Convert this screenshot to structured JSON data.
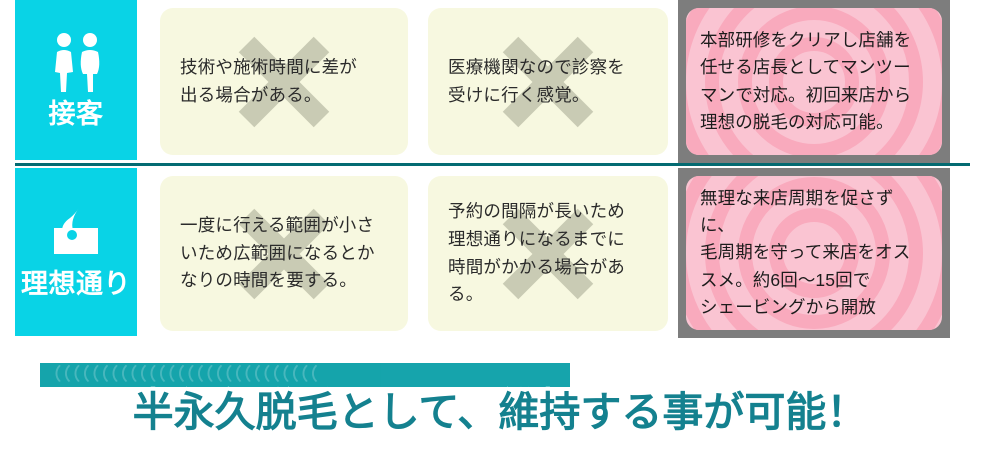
{
  "rows": [
    {
      "category": {
        "label": "接客",
        "icon": "two-people-icon"
      },
      "negatives": [
        "技術や施術時間に差が\n出る場合がある。",
        "医療機関なので診察を\n受けに行く感覚。"
      ],
      "positive": "本部研修をクリアし店舗を\n任せる店長としてマンツー\nマンで対応。初回来店から\n理想の脱毛の対応可能。"
    },
    {
      "category": {
        "label": "理想通り",
        "icon": "hair-follicle-icon"
      },
      "negatives": [
        "一度に行える範囲が小さ\nいため広範囲になるとか\nなりの時間を要する。",
        "予約の間隔が長いため\n理想通りになるまでに\n時間がかかる場合がある。"
      ],
      "positive": "無理な来店周期を促さずに、\n毛周期を守って来店をオス\nスメ。約6回〜15回で\nシェービングから開放"
    }
  ],
  "banner": {
    "ribbon_text": "（（（（（（（（（（（（（（（（（（（（（（（（（（（（",
    "headline": "半永久脱毛として、維持する事が可能！"
  },
  "colors": {
    "cyan": "#09d3e6",
    "divider_teal": "#046b72",
    "cream": "#f7f8e0",
    "x_gray": "#c9cbb4",
    "pink": "#fac4d2",
    "pink_ring": "#f9aabd",
    "frame_gray": "#7d7d7d",
    "ribbon_teal": "#13a3ab",
    "headline_teal": "#14818f"
  }
}
